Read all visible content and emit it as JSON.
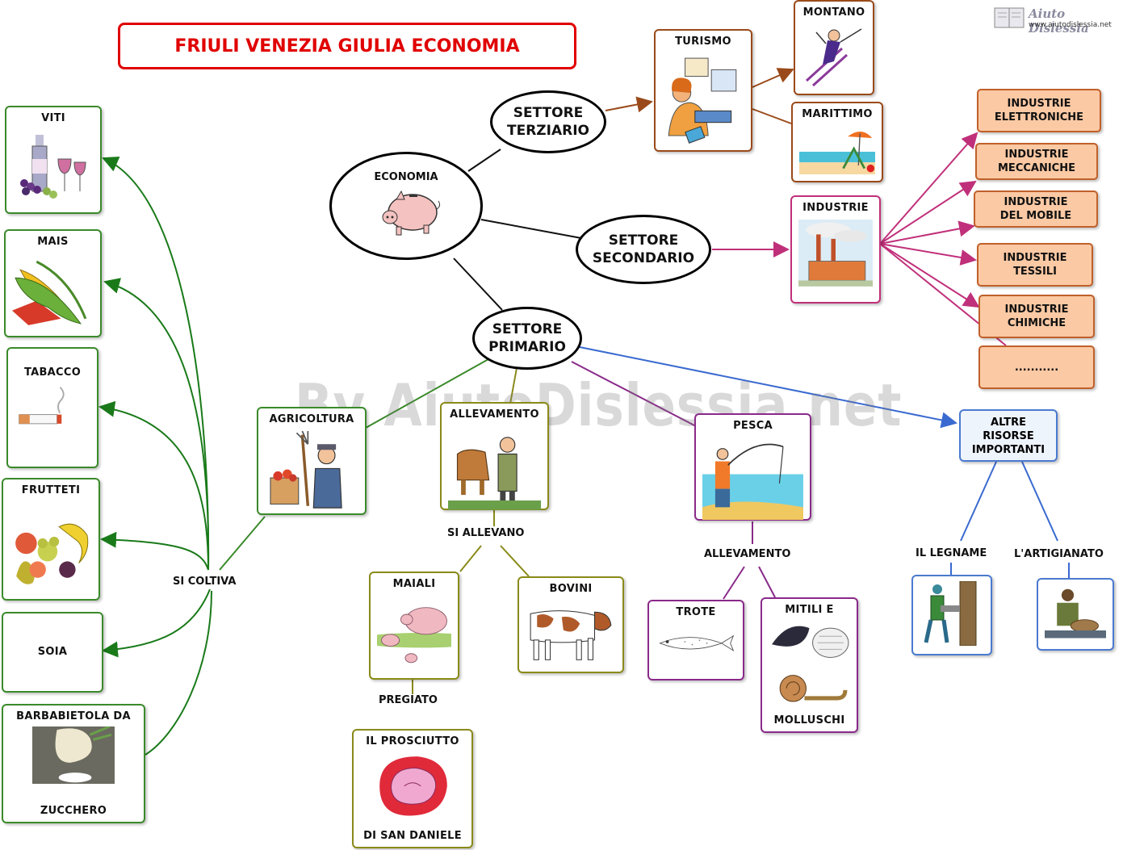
{
  "title": "FRIULI VENEZIA GIULIA ECONOMIA",
  "logo": {
    "brand": "Aiuto Dislessia",
    "site": "www.aiutodislessia.net"
  },
  "watermark": "By AiutoDislessia.net",
  "center": {
    "economia": "ECONOMIA"
  },
  "sectors": {
    "terziario": "SETTORE TERZIARIO",
    "secondario": "SETTORE SECONDARIO",
    "primario": "SETTORE PRIMARIO"
  },
  "terziario": {
    "turismo": "TURISMO",
    "montano": "MONTANO",
    "marittimo": "MARITTIMO"
  },
  "secondario": {
    "industrie": "INDUSTRIE",
    "types": [
      "INDUSTRIE ELETTRONICHE",
      "INDUSTRIE MECCANICHE",
      "INDUSTRIE DEL MOBILE",
      "INDUSTRIE TESSILI",
      "INDUSTRIE CHIMICHE",
      "..........."
    ]
  },
  "primario": {
    "agricoltura": "AGRICOLTURA",
    "si_coltiva": "SI COLTIVA",
    "crops": [
      "VITI",
      "MAIS",
      "TABACCO",
      "FRUTTETI",
      "SOIA"
    ],
    "barbabietola_top": "BARBABIETOLA DA",
    "barbabietola_bot": "ZUCCHERO",
    "allevamento": "ALLEVAMENTO",
    "si_allevano": "SI ALLEVANO",
    "maiali": "MAIALI",
    "bovini": "BOVINI",
    "pregiato": "PREGIATO",
    "prosciutto_top": "IL PROSCIUTTO",
    "prosciutto_bot": "DI SAN DANIELE",
    "pesca": "PESCA",
    "pesca_allevamento": "ALLEVAMENTO",
    "trote": "TROTE",
    "mitili_top": "MITILI E",
    "mitili_bot": "MOLLUSCHI",
    "altre": "ALTRE RISORSE IMPORTANTI",
    "legname": "IL LEGNAME",
    "artigianato": "L'ARTIGIANATO"
  }
}
